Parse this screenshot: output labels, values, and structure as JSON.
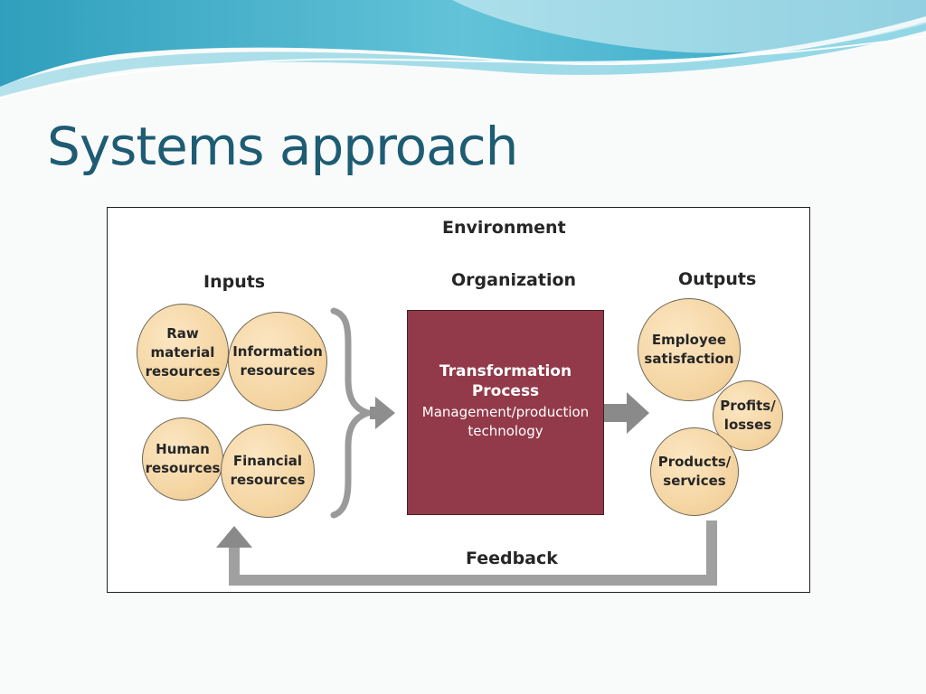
{
  "slide": {
    "title": "Systems approach",
    "colors": {
      "title": "#1e5c73",
      "accent_wave": "#38a9c6",
      "process_box": "#923a4a",
      "circle_fill": "#f5d6a4",
      "arrow_gray": "#8c8c8c"
    }
  },
  "diagram": {
    "environment_label": "Environment",
    "inputs_label": "Inputs",
    "organization_label": "Organization",
    "outputs_label": "Outputs",
    "feedback_label": "Feedback",
    "inputs": [
      {
        "label": "Raw\nmaterial\nresources"
      },
      {
        "label": "Information\nresources"
      },
      {
        "label": "Human\nresources"
      },
      {
        "label": "Financial\nresources"
      }
    ],
    "process": {
      "title": "Transformation\nProcess",
      "subtitle": "Management/production\ntechnology"
    },
    "outputs": [
      {
        "label": "Employee\nsatisfaction"
      },
      {
        "label": "Profits/\nlosses"
      },
      {
        "label": "Products/\nservices"
      }
    ]
  }
}
